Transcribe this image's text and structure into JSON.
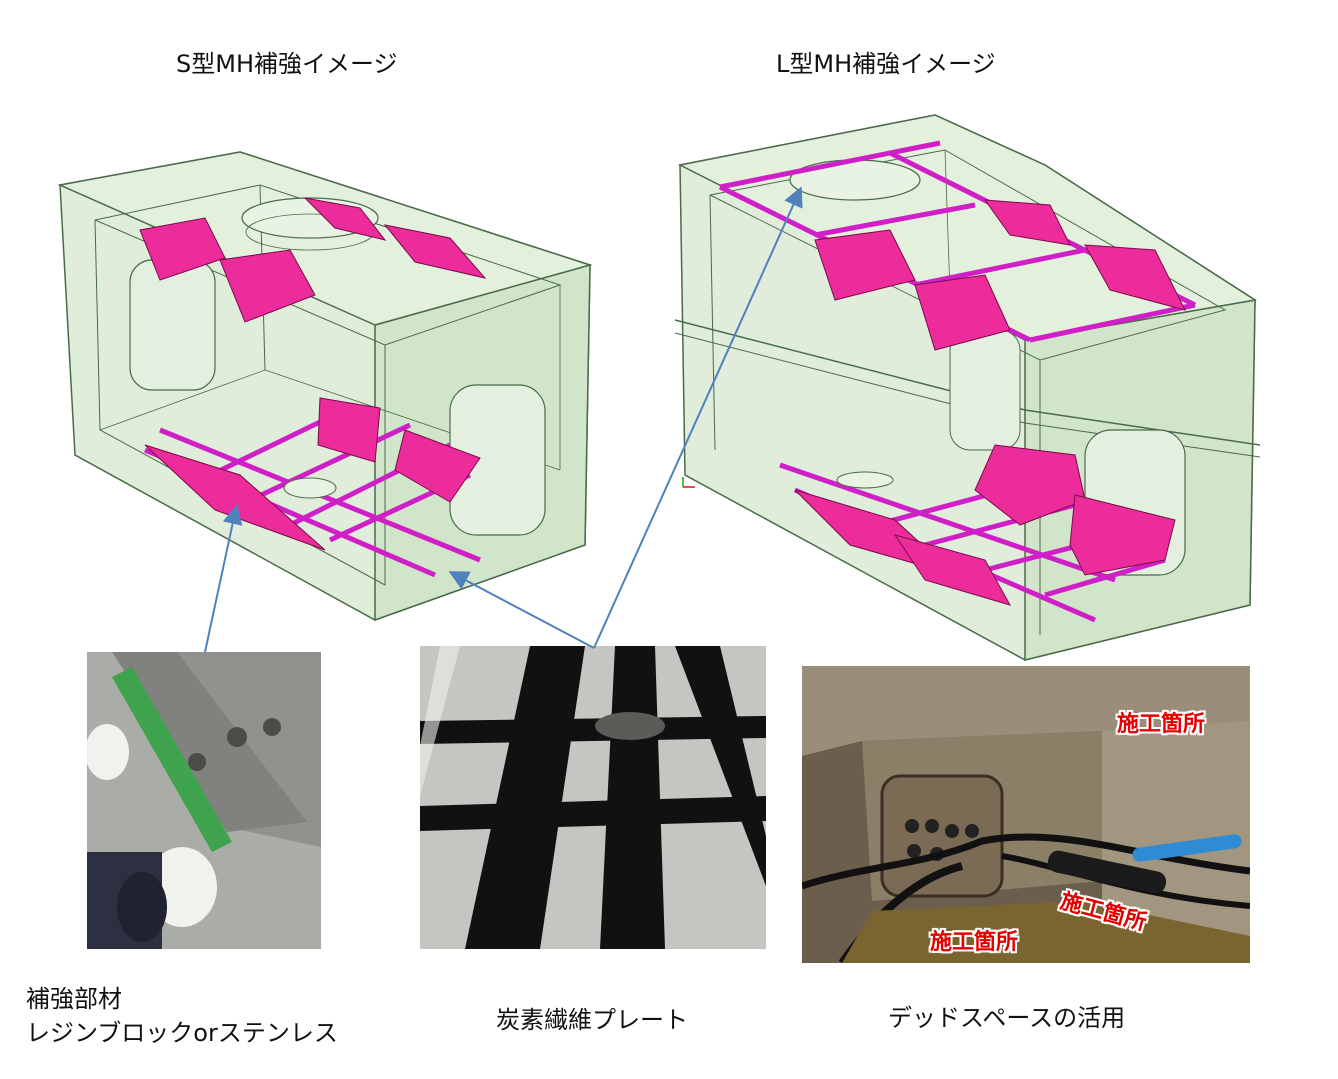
{
  "titles": {
    "s_type": "S型MH補強イメージ",
    "l_type": "L型MH補強イメージ"
  },
  "captions": {
    "reinforcement_line1": "補強部材",
    "reinforcement_line2": "レジンブロックorステンレス",
    "carbon_plate": "炭素繊維プレート",
    "dead_space": "デッドスペースの活用"
  },
  "photo_labels": {
    "site_a": "施工箇所",
    "site_b": "施工箇所",
    "site_c": "施工箇所"
  },
  "colors": {
    "box_fill": "#d9ead3",
    "box_edge": "#4a6a4a",
    "block_magenta": "#ec2c9b",
    "strip_magenta": "#d11fc7",
    "arrow_blue": "#4f81bd",
    "label_red": "#e50000"
  }
}
